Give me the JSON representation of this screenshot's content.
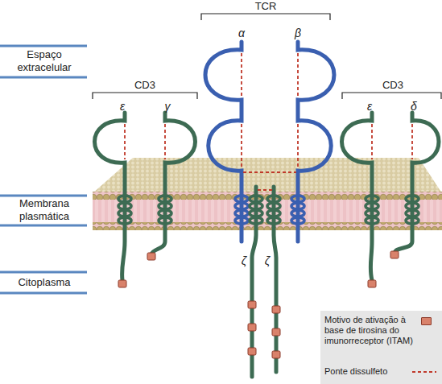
{
  "diagram": {
    "labels": [
      "Espaço extracelular",
      "Membrana plasmática",
      "Citoplasma",
      "TCR",
      "α",
      "β",
      "CD3",
      "ε",
      "γ",
      "CD3",
      "ε",
      "δ",
      "ζ",
      "ζ"
    ],
    "legend": [
      {
        "text": "Motivo de ativação à base de tirosina do imunorreceptor (ITAM)",
        "color": "#d9826b"
      },
      {
        "text": "Ponte dissulfeto"
      }
    ]
  }
}
